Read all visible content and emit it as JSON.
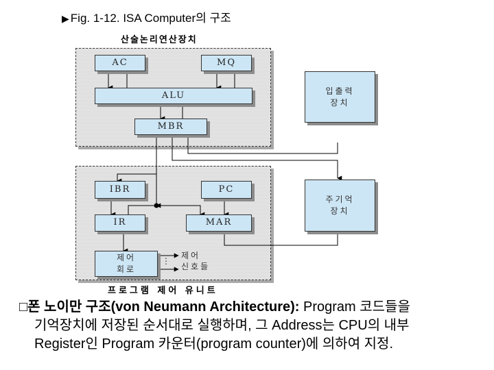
{
  "caption": {
    "marker": "▶",
    "text": "Fig. 1-12. ISA Computer의 구조"
  },
  "groups": {
    "alu_unit": {
      "title": "산술논리연산장치"
    },
    "program_control_unit": {
      "title": "프로그램 제어 유니트"
    }
  },
  "registers": {
    "ac": "AC",
    "mq": "MQ",
    "alu": "ALU",
    "mbr": "MBR",
    "ibr": "IBR",
    "pc": "PC",
    "ir": "IR",
    "mar": "MAR",
    "control_circuit": [
      "제어",
      "회로"
    ]
  },
  "devices": {
    "io": [
      "입출력",
      "장치"
    ],
    "main_memory": [
      "주기억",
      "장치"
    ]
  },
  "control_signals": {
    "label": [
      "제어",
      "신호들"
    ],
    "dots": "⋮"
  },
  "description": {
    "bullet": "□",
    "title_bold": "폰 노이만 구조(von Neumann Architecture):",
    "line1_rest": " Program 코드들을",
    "line2": "기억장치에 저장된 순서대로 실행하며, 그 Address는 CPU의 내부",
    "line3": "Register인 Program 카운터(program counter)에 의하여 지정."
  }
}
